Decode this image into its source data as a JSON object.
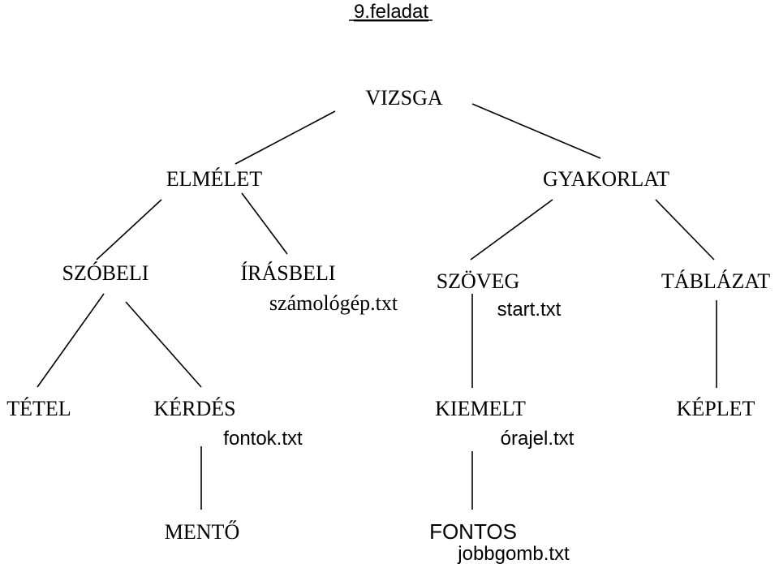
{
  "title": "9.feladat",
  "nodes": {
    "vizsga": "VIZSGA",
    "elmelet": "ELMÉLET",
    "gyakorlat": "GYAKORLAT",
    "szobeli": "SZÓBELI",
    "irasbeli": "ÍRÁSBELI",
    "szoveg": "SZÖVEG",
    "tablazat": "TÁBLÁZAT",
    "tetel": "TÉTEL",
    "kerdes": "KÉRDÉS",
    "kiemelt": "KIEMELT",
    "keplet": "KÉPLET",
    "mento": "MENTŐ",
    "fontos": "FONTOS"
  },
  "files": {
    "irasbeli": "számológép.txt",
    "szoveg": "start.txt",
    "kerdes": "fontok.txt",
    "kiemelt": "órajel.txt",
    "fontos": "jobbgomb.txt"
  }
}
